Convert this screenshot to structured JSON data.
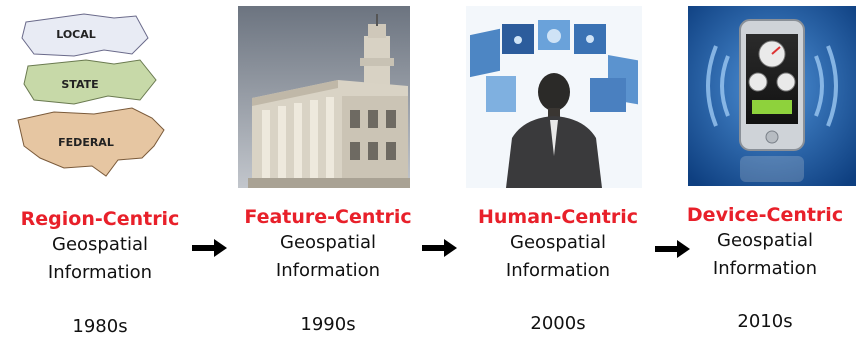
{
  "stages": [
    {
      "title": "Region-Centric",
      "line1": "Geospatial",
      "line2": "Information",
      "decade": "1980s",
      "map_labels": [
        "LOCAL",
        "STATE",
        "FEDERAL"
      ]
    },
    {
      "title": "Feature-Centric",
      "line1": "Geospatial",
      "line2": "Information",
      "decade": "1990s"
    },
    {
      "title": "Human-Centric",
      "line1": "Geospatial",
      "line2": "Information",
      "decade": "2000s"
    },
    {
      "title": "Device-Centric",
      "line1": "Geospatial",
      "line2": "Information",
      "decade": "2010s"
    }
  ],
  "colors": {
    "title_red": "#e8202a",
    "text": "#111111",
    "arrow": "#000000"
  },
  "icons": [
    "map-layers-image",
    "capitol-building-image",
    "person-holographic-screens-image",
    "smartphone-gauges-image",
    "right-arrow-icon"
  ]
}
